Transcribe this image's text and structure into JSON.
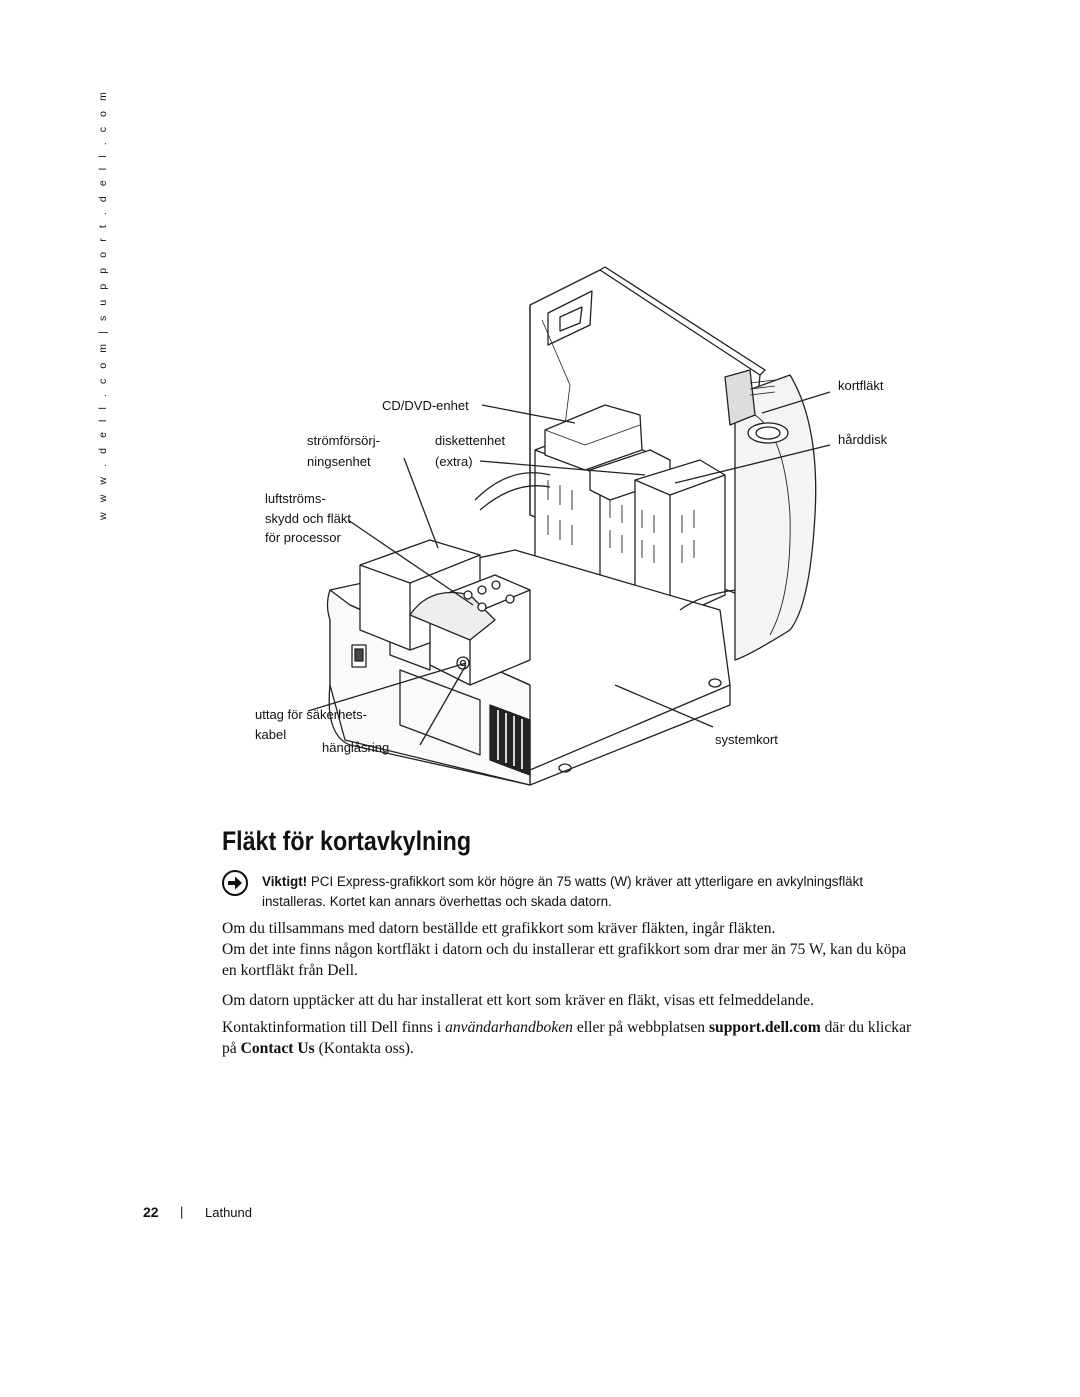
{
  "side_url": "w w w . d e l l . c o m   |   s u p p o r t . d e l l . c o m",
  "figure": {
    "labels": {
      "cd_dvd": "CD/DVD-enhet",
      "psu_1": "strömförsörj-",
      "psu_2": "ningsenhet",
      "floppy_1": "diskettenhet",
      "floppy_2": "(extra)",
      "shroud_1": "luftströms-",
      "shroud_2": "skydd och fläkt",
      "shroud_3": "för processor",
      "card_fan": "kortfläkt",
      "hdd": "hårddisk",
      "security_1": "uttag för säkerhets-",
      "security_2": "kabel",
      "padlock": "hänglåsring",
      "motherboard": "systemkort"
    }
  },
  "heading": "Fläkt för kortavkylning",
  "note": {
    "lead": "Viktigt!",
    "text": " PCI Express-grafikkort som kör högre än 75 watts (W) kräver att ytterligare en avkylningsfläkt installeras. Kortet kan annars överhettas och skada datorn."
  },
  "paragraphs": {
    "p1_line1": "Om du tillsammans med datorn beställde ett grafikkort som kräver fläkten, ingår fläkten.",
    "p1_line2": "Om det inte finns någon kortfläkt i datorn och du installerar ett grafikkort som drar mer än 75 W, kan du köpa en kortfläkt från Dell.",
    "p2": "Om datorn upptäcker att du har installerat ett kort som kräver en fläkt, visas ett felmeddelande.",
    "p3_a": "Kontaktinformation till Dell finns i ",
    "p3_b": "användarhandboken",
    "p3_c": " eller på webbplatsen ",
    "p3_d": "support.dell.com",
    "p3_e": " där du klickar på ",
    "p3_f": "Contact Us",
    "p3_g": " (Kontakta oss)."
  },
  "footer": {
    "page_number": "22",
    "separator": "|",
    "title": "Lathund"
  }
}
